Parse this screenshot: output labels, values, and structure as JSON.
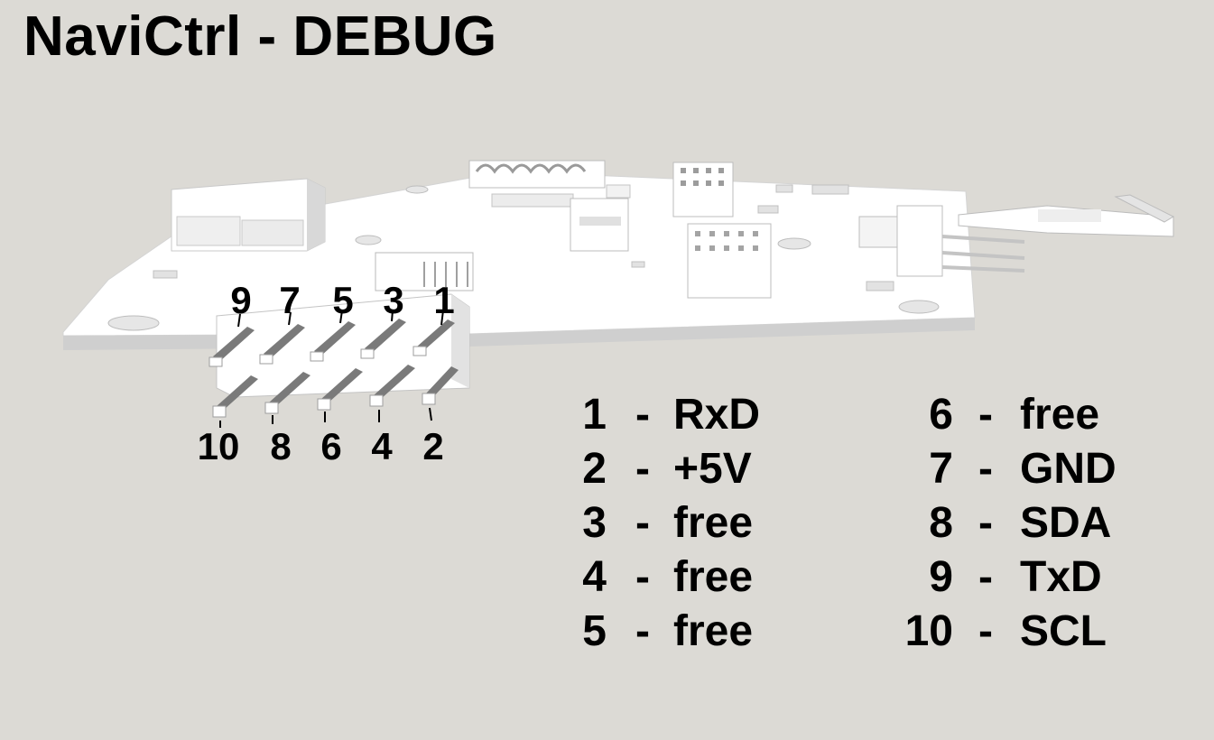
{
  "title": "NaviCtrl - DEBUG",
  "connector": {
    "top_row_pins": [
      "9",
      "7",
      "5",
      "3",
      "1"
    ],
    "bottom_row_pins": [
      "10",
      "8",
      "6",
      "4",
      "2"
    ]
  },
  "pinout": {
    "separator": "-",
    "left": [
      {
        "pin": "1",
        "signal": "RxD"
      },
      {
        "pin": "2",
        "signal": "+5V"
      },
      {
        "pin": "3",
        "signal": "free"
      },
      {
        "pin": "4",
        "signal": "free"
      },
      {
        "pin": "5",
        "signal": "free"
      }
    ],
    "right": [
      {
        "pin": "6",
        "signal": "free"
      },
      {
        "pin": "7",
        "signal": "GND"
      },
      {
        "pin": "8",
        "signal": "SDA"
      },
      {
        "pin": "9",
        "signal": "TxD"
      },
      {
        "pin": "10",
        "signal": "SCL"
      }
    ]
  },
  "colors": {
    "background": "#dcdad5",
    "board": "#ffffff",
    "board_shade": "#c8c8c8",
    "pin_shadow": "#7a7a7a",
    "text": "#000000"
  }
}
